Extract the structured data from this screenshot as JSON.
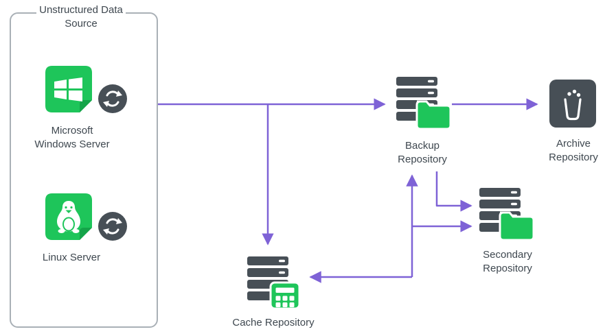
{
  "colors": {
    "green": "#1EC55A",
    "green_dark": "#14A449",
    "dark_gray": "#474F56",
    "purple_arrow": "#7E62D6",
    "box_border": "#A9B0B6",
    "text": "#3E474F",
    "background": "#FFFFFF"
  },
  "source_group": {
    "label": "Unstructured Data Source",
    "servers": [
      {
        "label": "Microsoft Windows Server",
        "icon": "windows-logo-icon",
        "badge_icon": "sync-icon"
      },
      {
        "label": "Linux Server",
        "icon": "linux-tux-icon",
        "badge_icon": "sync-icon"
      }
    ]
  },
  "nodes": {
    "backup": {
      "label": "Backup Repository",
      "icon": "server-stack-folder-icon"
    },
    "archive": {
      "label": "Archive Repository",
      "icon": "archive-bin-icon"
    },
    "secondary": {
      "label": "Secondary Repository",
      "icon": "server-stack-folder-icon"
    },
    "cache": {
      "label": "Cache Repository",
      "icon": "server-stack-grid-icon"
    }
  },
  "edges": [
    {
      "from": "unstructured-data-source",
      "to": "backup-repository"
    },
    {
      "from": "unstructured-data-source",
      "to": "cache-repository"
    },
    {
      "from": "backup-repository",
      "to": "archive-repository"
    },
    {
      "from": "backup-repository",
      "to": "secondary-repository"
    },
    {
      "from": "junction-line",
      "to": "backup-repository"
    },
    {
      "from": "junction-line",
      "to": "secondary-repository"
    },
    {
      "from": "junction-line",
      "to": "cache-repository"
    }
  ]
}
